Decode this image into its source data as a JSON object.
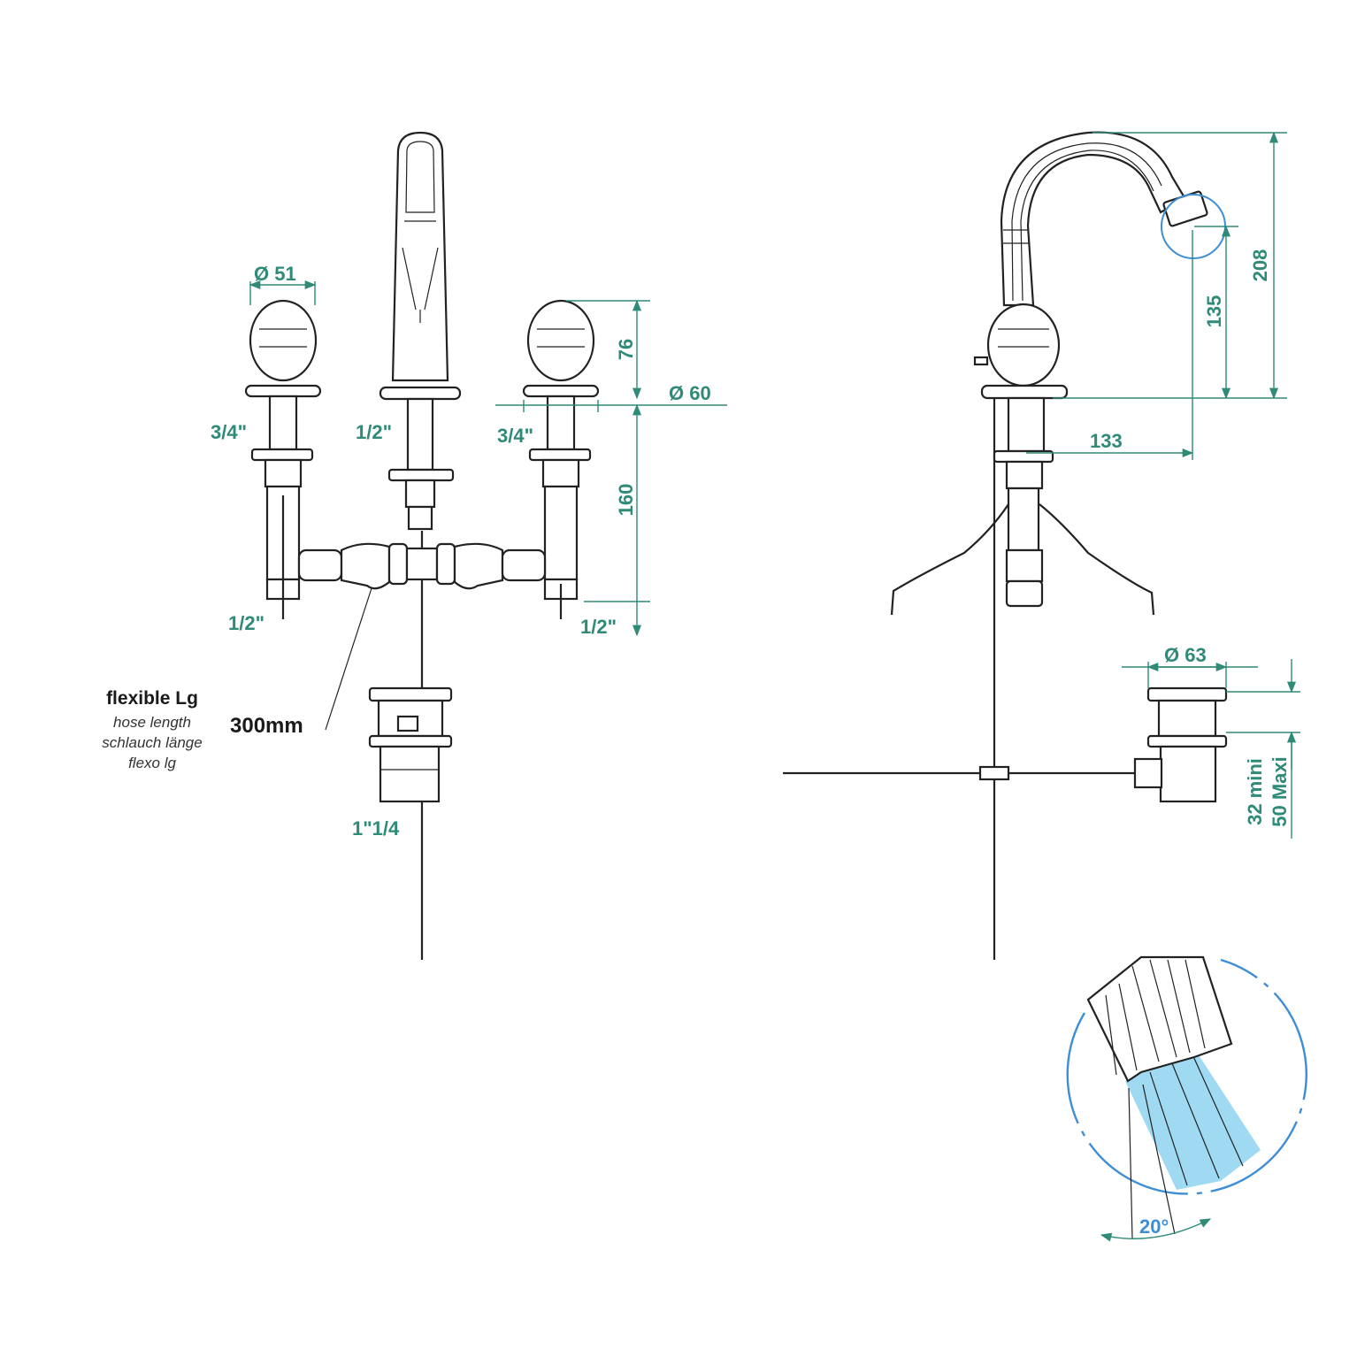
{
  "colors": {
    "dimension": "#2f8a78",
    "detail_circle": "#3d8ed6",
    "spray": "#8ed2f0",
    "line": "#222222"
  },
  "front": {
    "dia_handle": "Ø 51",
    "h_76": "76",
    "dia_base": "Ø 60",
    "h_160": "160",
    "thread_left": "3/4\"",
    "thread_center": "1/2\"",
    "thread_right": "3/4\"",
    "bottom_left": "1/2\"",
    "bottom_right": "1/2\"",
    "waste": "1\"1/4"
  },
  "hose_note": {
    "title": "flexible Lg",
    "line1": "hose length",
    "line2": "schlauch länge",
    "line3": "flexo lg",
    "length": "300mm"
  },
  "side": {
    "h_208": "208",
    "h_135": "135",
    "reach_133": "133",
    "dia_waste": "Ø 63",
    "min_label": "32 mini",
    "max_label": "50 Maxi"
  },
  "detail": {
    "angle": "20°"
  }
}
